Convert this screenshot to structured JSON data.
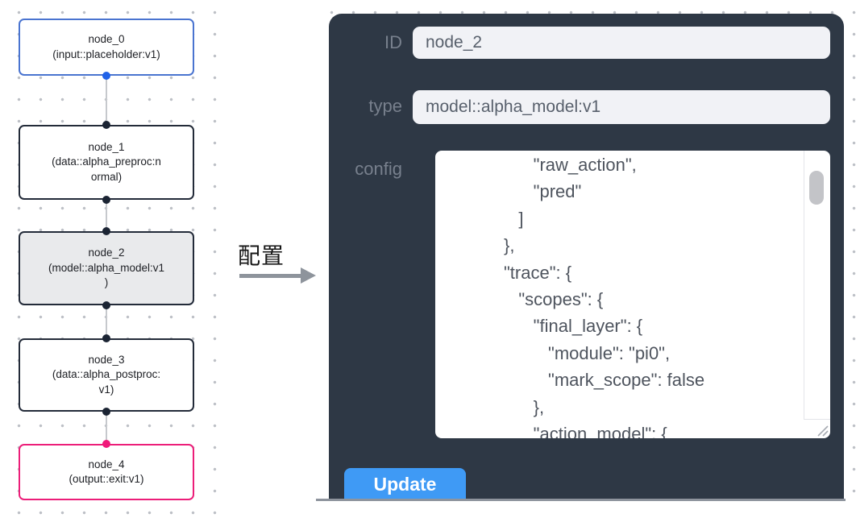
{
  "graph": {
    "nodes": [
      {
        "id": "node_0",
        "title": "node_0",
        "subtitle": "(input::placeholder:v1)",
        "subtitle_lines": [
          "(input::placeholder:v1)"
        ],
        "variant": "input"
      },
      {
        "id": "node_1",
        "title": "node_1",
        "subtitle": "(data::alpha_preproc:normal)",
        "subtitle_lines": [
          "(data::alpha_preproc:n",
          "ormal)"
        ],
        "variant": "default"
      },
      {
        "id": "node_2",
        "title": "node_2",
        "subtitle": "(model::alpha_model:v1)",
        "subtitle_lines": [
          "(model::alpha_model:v1",
          ")"
        ],
        "variant": "selected"
      },
      {
        "id": "node_3",
        "title": "node_3",
        "subtitle": "(data::alpha_postproc:v1)",
        "subtitle_lines": [
          "(data::alpha_postproc:",
          "v1)"
        ],
        "variant": "default"
      },
      {
        "id": "node_4",
        "title": "node_4",
        "subtitle": "(output::exit:v1)",
        "subtitle_lines": [
          "(output::exit:v1)"
        ],
        "variant": "output"
      }
    ]
  },
  "transfer": {
    "label": "配置"
  },
  "panel": {
    "id_label": "ID",
    "id_value": "node_2",
    "type_label": "type",
    "type_value": "model::alpha_model:v1",
    "config_label": "config",
    "config_value": "      \"raw_action\",\n      \"pred\"\n   ]\n},\n\"trace\": {\n   \"scopes\": {\n      \"final_layer\": {\n         \"module\": \"pi0\",\n         \"mark_scope\": false\n      },\n      \"action_model\": {",
    "update_label": "Update"
  },
  "colors": {
    "accent": "#3f9af5",
    "panel-bg": "#2e3845",
    "node-blue": "#4a74d0",
    "node-pink": "#ec1e79",
    "port-blue": "#2062e8",
    "port-pink": "#f0197a",
    "port-dark": "#1b2433",
    "selected-bg": "#e9eaec"
  }
}
